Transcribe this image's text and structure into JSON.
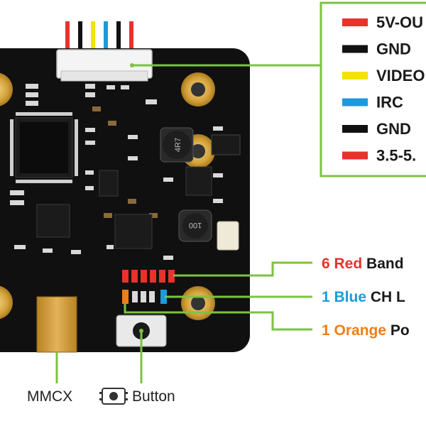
{
  "pin_legend": [
    {
      "label": "5V-OU",
      "color": "#e8322b"
    },
    {
      "label": "GND",
      "color": "#111111"
    },
    {
      "label": "VIDEO",
      "color": "#f2e300"
    },
    {
      "label": "IRC",
      "color": "#1a9bdc"
    },
    {
      "label": "GND",
      "color": "#111111"
    },
    {
      "label": "3.5-5.",
      "color": "#e8322b"
    }
  ],
  "led_callouts": [
    {
      "count": "6",
      "color_word": "Red",
      "color_hex": "#e8322b",
      "function": "Band"
    },
    {
      "count": "1",
      "color_word": "Blue",
      "color_hex": "#1a9bdc",
      "function": "CH L"
    },
    {
      "count": "1",
      "color_word": "Orange",
      "color_hex": "#f07d16",
      "function": "Po"
    }
  ],
  "bottom_labels": {
    "antenna": "MMCX",
    "button": "Button"
  },
  "components": {
    "inductor_mark": "4R7",
    "inductor2_mark": "100"
  },
  "colors": {
    "leader_green": "#7dc242",
    "board_black": "#101010",
    "pad_gold": "#d4a13a"
  }
}
